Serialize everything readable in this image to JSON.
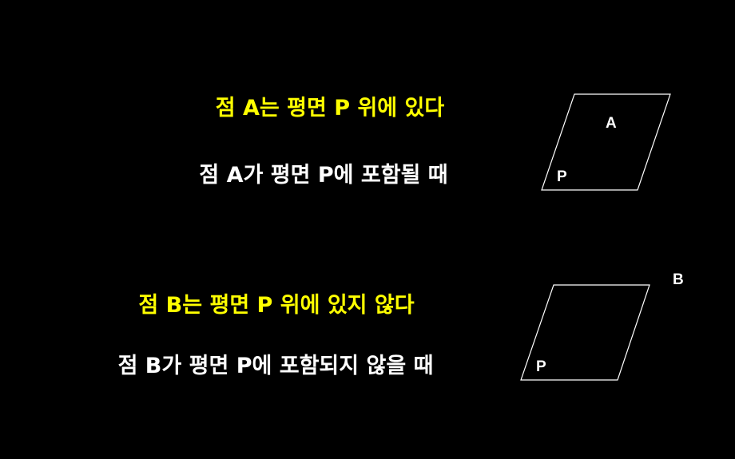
{
  "statements": {
    "a_statement": "점 A는 평면 P 위에 있다",
    "a_condition": "점 A가 평면 P에 포함될 때",
    "b_statement": "점 B는 평면 P 위에 있지 않다",
    "b_condition": "점 B가 평면 P에 포함되지 않을 때"
  },
  "diagram_a": {
    "point_label": "A",
    "plane_label": "P"
  },
  "diagram_b": {
    "point_label": "B",
    "plane_label": "P"
  },
  "colors": {
    "highlight": "#ffff00",
    "text": "#ffffff",
    "background": "#000000"
  }
}
